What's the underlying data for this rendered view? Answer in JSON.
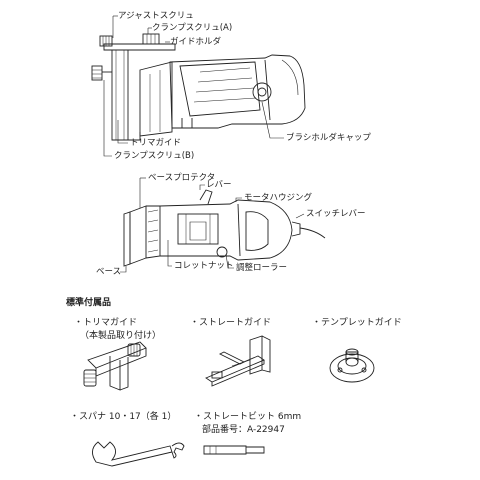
{
  "diagram1": {
    "labels": {
      "adjust_screw": "アジャストスクリュ",
      "clamp_screw_a": "クランプスクリュ(A)",
      "guide_holder": "ガイドホルダ",
      "brush_holder_cap": "ブラシホルダキャップ",
      "trimmer_guide": "トリマガイド",
      "clamp_screw_b": "クランプスクリュ(B)"
    }
  },
  "diagram2": {
    "labels": {
      "base_protector": "ベースプロテクタ",
      "lever": "レバー",
      "motor_housing": "モータハウジング",
      "switch_lever": "スイッチレバー",
      "base": "ベース",
      "collet_nut": "コレットナット",
      "adjust_roller": "調整ローラー"
    }
  },
  "accessories": {
    "heading": "標準付属品",
    "items": [
      {
        "label": "・トリマガイド",
        "sub": "（本製品取り付け）"
      },
      {
        "label": "・ストレートガイド",
        "sub": ""
      },
      {
        "label": "・テンプレットガイド",
        "sub": ""
      },
      {
        "label": "・スパナ 10・17（各 1）",
        "sub": ""
      },
      {
        "label": "・ストレートビット 6mm",
        "sub": "部品番号：A-22947"
      }
    ]
  }
}
